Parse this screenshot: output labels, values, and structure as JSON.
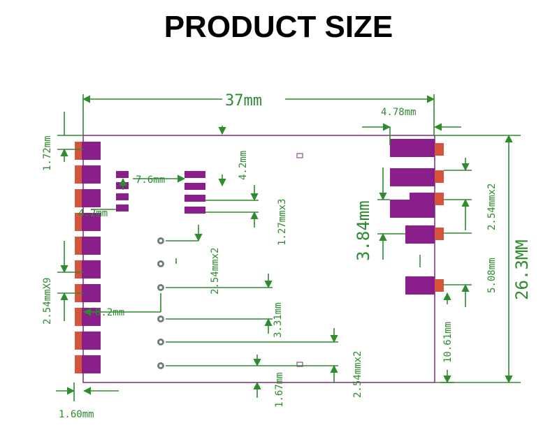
{
  "title": "PRODUCT SIZE",
  "colors": {
    "dimension_line": "#2e8b2e",
    "board_outline": "#7a2a7a",
    "pad": "#8a1e8a",
    "pad_edge": "#d4543c",
    "via": "#6f7f7a"
  },
  "dimensions": {
    "width_total": "37mm",
    "height_total": "26.3MM",
    "right_pad_width": "4.78mm",
    "top_margin_left": "1.72mm",
    "left_pad_pitch": "2.54mmX9",
    "left_pad_width": "1.60mm",
    "left_inner_offset": "4.2mm",
    "left_via_offset": "8.2mm",
    "small_group_width": "7.6mm",
    "top_offset_mid": "4.2mm",
    "mid_pad_pitch": "1.27mmx3",
    "via_pitch_upper": "2.54mmx2",
    "via_spacing_mid": "3.31mm",
    "bottom_offset": "1.67mm",
    "via_pitch_lower": "2.54mmx2",
    "right_group_height": "3.84mm",
    "right_pad_pitch": "2.54mmx2",
    "right_spacing": "5.08mm",
    "right_bottom_offset": "10.61mm"
  }
}
